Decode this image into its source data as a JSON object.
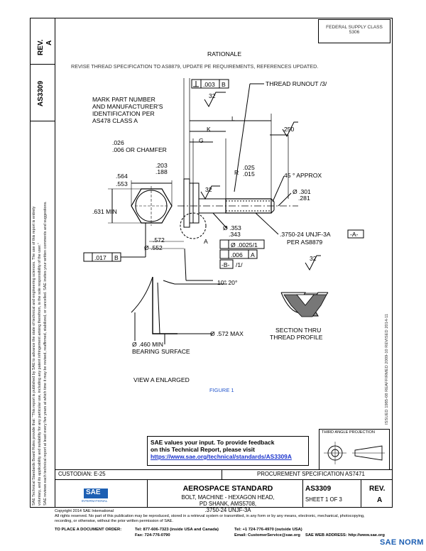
{
  "header": {
    "rev_label": "REV.",
    "rev_value": "A",
    "doc_number": "AS3309",
    "category_line1": "FEDERAL SUPPLY CLASS",
    "category_line2": "5306"
  },
  "side_notes": {
    "line1": "SAE Technical Standards Board Rules provide that: \"This report is published by SAE to advance the state of technical and engineering sciences. The use of this report is entirely",
    "line2": "voluntary, and its applicability and suitability for any particular use, including any patent infringement arising therefrom, is the sole responsibility of the user.\"",
    "line3": "SAE reviews each technical report at least every five years at which time it may be revised, reaffirmed, stabilized, or cancelled. SAE invites your written comments and suggestions.",
    "issue_dates": "ISSUED 1985-08     REAFFIRMED 2009-10     REVISED 2014-11"
  },
  "drawing": {
    "rationale_title": "RATIONALE",
    "rationale_text": "REVISE THREAD SPECIFICATION TO AS8879, UPDATE PE REQUIREMENTS, REFERENCES UPDATED.",
    "note_mark_1": "MARK PART NUMBER",
    "note_mark_2": "AND MANUFACTURER'S",
    "note_mark_3": "IDENTIFICATION PER",
    "note_mark_4": "AS478 CLASS A",
    "chamfer_1": ".026",
    "chamfer_2": ".006 OR CHAMFER",
    "dim_564": ".564",
    "dim_553": ".553",
    "dim_631": ".631 MIN",
    "dim_203": ".203",
    "dim_188": ".188",
    "dim_572": ".572",
    "dim_552": "Ø .552",
    "runout_tol": ".017",
    "runout_datum": "B",
    "perp_tol": ".003",
    "perp_datum": "B",
    "finish_32a": "32",
    "finish_32b": "32",
    "finish_32c": "32",
    "finish_250": "250",
    "thread_runout": "THREAD RUNOUT /3/",
    "lbl_L": "L",
    "lbl_K": "K",
    "lbl_G": "G",
    "lbl_R": "R",
    "dim_r_025": ".025",
    "dim_r_015": ".015",
    "approx_45": "45 ° APPROX",
    "dim_301": "Ø .301",
    "dim_281": ".281",
    "dim_353": "Ø .353",
    "dim_343": ".343",
    "thread_spec": ".3750-24 UNJF-3A",
    "thread_datum": "-A-",
    "per_as8879": "PER AS8879",
    "lbl_A": "A",
    "pos_tol": "Ø .0025/1",
    "datum_006": ".006",
    "datum_006_ref": "A",
    "datum_b_lbl": "-B-",
    "datum_b_note": "/1/",
    "angle_10_20": "10°  20°",
    "dim_572max": "Ø .572 MAX",
    "dim_460": "Ø .460 MIN",
    "bearing_surface": "BEARING SURFACE",
    "section_1": "SECTION THRU",
    "section_2": "THREAD PROFILE",
    "view_a": "VIEW A ENLARGED",
    "figure_label": "FIGURE 1"
  },
  "feedback": {
    "line1": "SAE values your input. To provide feedback",
    "line2": "on this Technical Report, please visit",
    "link": "https://www.sae.org/technical/standards/AS3309A"
  },
  "title_block": {
    "projection": "THIRD ANGLE PROJECTION",
    "custodian": "CUSTODIAN: E-25",
    "procurement": "PROCUREMENT SPECIFICATION AS7471",
    "logo_text": "SAE",
    "logo_sub": "INTERNATIONAL",
    "std_title": "AEROSPACE STANDARD",
    "desc1": "BOLT, MACHINE - HEXAGON HEAD,",
    "desc2": "PD SHANK, AMS5708,",
    "desc3": ".3750-24 UNJF-3A",
    "doc_number": "AS3309",
    "sheet": "SHEET 1 OF 3",
    "rev_label": "REV.",
    "rev_value": "A"
  },
  "footer": {
    "copyright": "Copyright 2014 SAE International",
    "rights1": "All rights reserved. No part of this publication may be reproduced, stored in a retrieval system or transmitted, in any form or by any means, electronic, mechanical, photocopying,",
    "rights2": "recording, or otherwise, without the prior written permission of SAE.",
    "order_label": "TO PLACE A DOCUMENT ORDER:",
    "tel1": "Tel: 877-606-7323 (inside USA and Canada)",
    "tel2": "Tel: +1 724-776-4970 (outside USA)",
    "fax": "Fax: 724-776-0790",
    "email": "Email: CustomerService@sae.org",
    "web": "SAE WEB ADDRESS: http://www.sae.org"
  },
  "watermark": "SAE NORM"
}
